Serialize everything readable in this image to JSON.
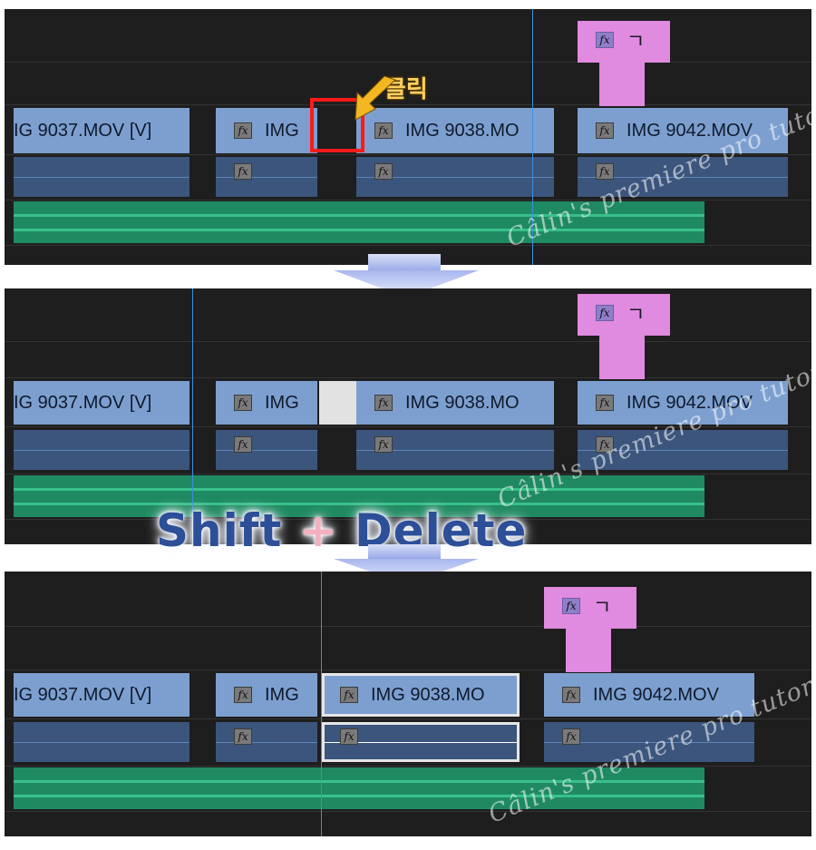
{
  "clips": {
    "c9037": "IG  9037.MOV [V]",
    "cimg": "IMG",
    "c9038": "IMG  9038.MO",
    "c9042": "IMG  9042.MOV",
    "fx": "fx",
    "title_clip": "ㄱ"
  },
  "annotations": {
    "click": "클릭",
    "shortcut_a": "Shift",
    "shortcut_plus": "+",
    "shortcut_b": "Delete"
  },
  "watermark": "Câlin's premiere pro tutorial",
  "colors": {
    "video_clip": "#7d9fd0",
    "audio_clip": "#3b557c",
    "green_track": "#1f8a62",
    "title_clip": "#e08ae0",
    "playhead": "#3d8fe0",
    "highlight": "#ff1a1a"
  }
}
